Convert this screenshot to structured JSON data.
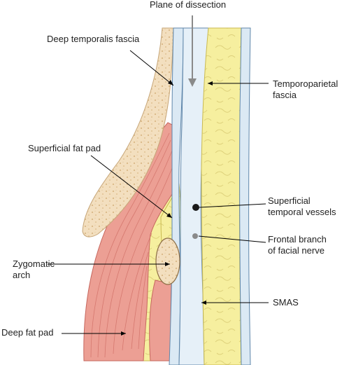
{
  "labels": {
    "plane_of_dissection": "Plane of dissection",
    "deep_temporalis_fascia": "Deep temporalis fascia",
    "temporoparietal_fascia_line1": "Temporoparietal",
    "temporoparietal_fascia_line2": "fascia",
    "superficial_fat_pad": "Superficial fat pad",
    "superficial_temporal_vessels_line1": "Superficial",
    "superficial_temporal_vessels_line2": "temporal vessels",
    "frontal_branch_line1": "Frontal branch",
    "frontal_branch_line2": "of facial nerve",
    "zygomatic_arch_line1": "Zygomatic",
    "zygomatic_arch_line2": "arch",
    "smas": "SMAS",
    "deep_fat_pad": "Deep fat pad"
  },
  "colors": {
    "fascia_blue": "#dbe9f4",
    "fascia_outline": "#5f86aa",
    "fat_yellow": "#f6ef9f",
    "fat_outline": "#c9b94f",
    "muscle_pink": "#ec9f94",
    "muscle_fiber": "#d06f66",
    "bone_cream": "#f3dfbf",
    "bone_dots": "#d9b785",
    "leader_line": "#000000",
    "arrow_gray": "#8a8a8a"
  }
}
